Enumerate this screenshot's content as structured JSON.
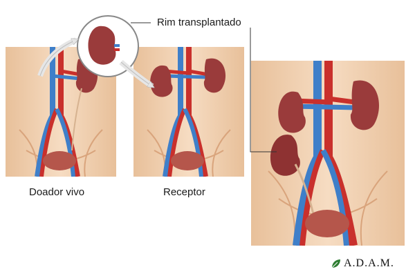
{
  "labels": {
    "donor": "Doador vivo",
    "recipient": "Receptor",
    "transplanted_kidney": "Rim transplantado"
  },
  "logo": {
    "text": "A.D.A.M."
  },
  "colors": {
    "skin": "#f1d2b3",
    "kidney": "#9a3b3b",
    "artery": "#c9302c",
    "vein": "#3f7fc9",
    "bladder": "#b5564b"
  }
}
